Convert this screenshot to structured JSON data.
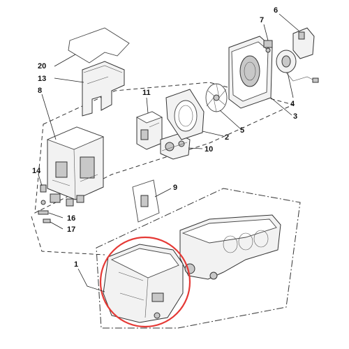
{
  "highlight_color": "#e53935",
  "callouts": {
    "p1": "1",
    "p2": "2",
    "p3": "3",
    "p4": "4",
    "p5": "5",
    "p6": "6",
    "p7": "7",
    "p8": "8",
    "p9": "9",
    "p10": "10",
    "p11": "11",
    "p13": "13",
    "p14": "14",
    "p16": "16",
    "p17": "17",
    "p20": "20"
  }
}
